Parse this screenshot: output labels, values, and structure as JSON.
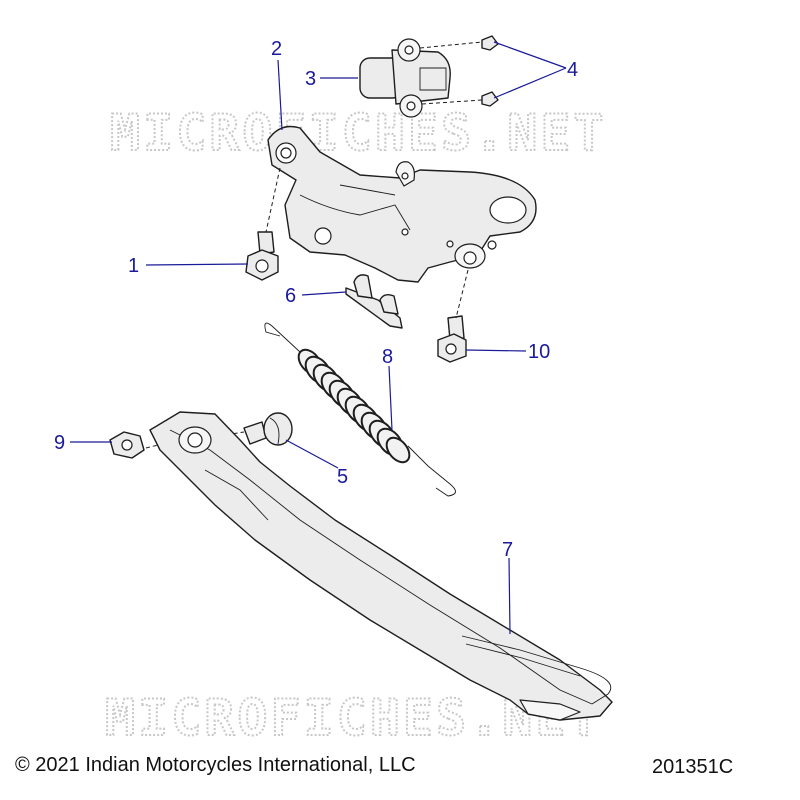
{
  "watermark": "MICROFICHES.NET",
  "callouts": [
    "1",
    "2",
    "3",
    "4",
    "5",
    "6",
    "7",
    "8",
    "9",
    "10"
  ],
  "footer": {
    "copyright": "© 2021 Indian Motorcycles International, LLC",
    "figure_code": "201351C"
  },
  "colors": {
    "callout": "#1a1a9a",
    "outline": "#1e1e1e",
    "part_fill": "#ececec",
    "watermark": "#c8c8c8"
  }
}
